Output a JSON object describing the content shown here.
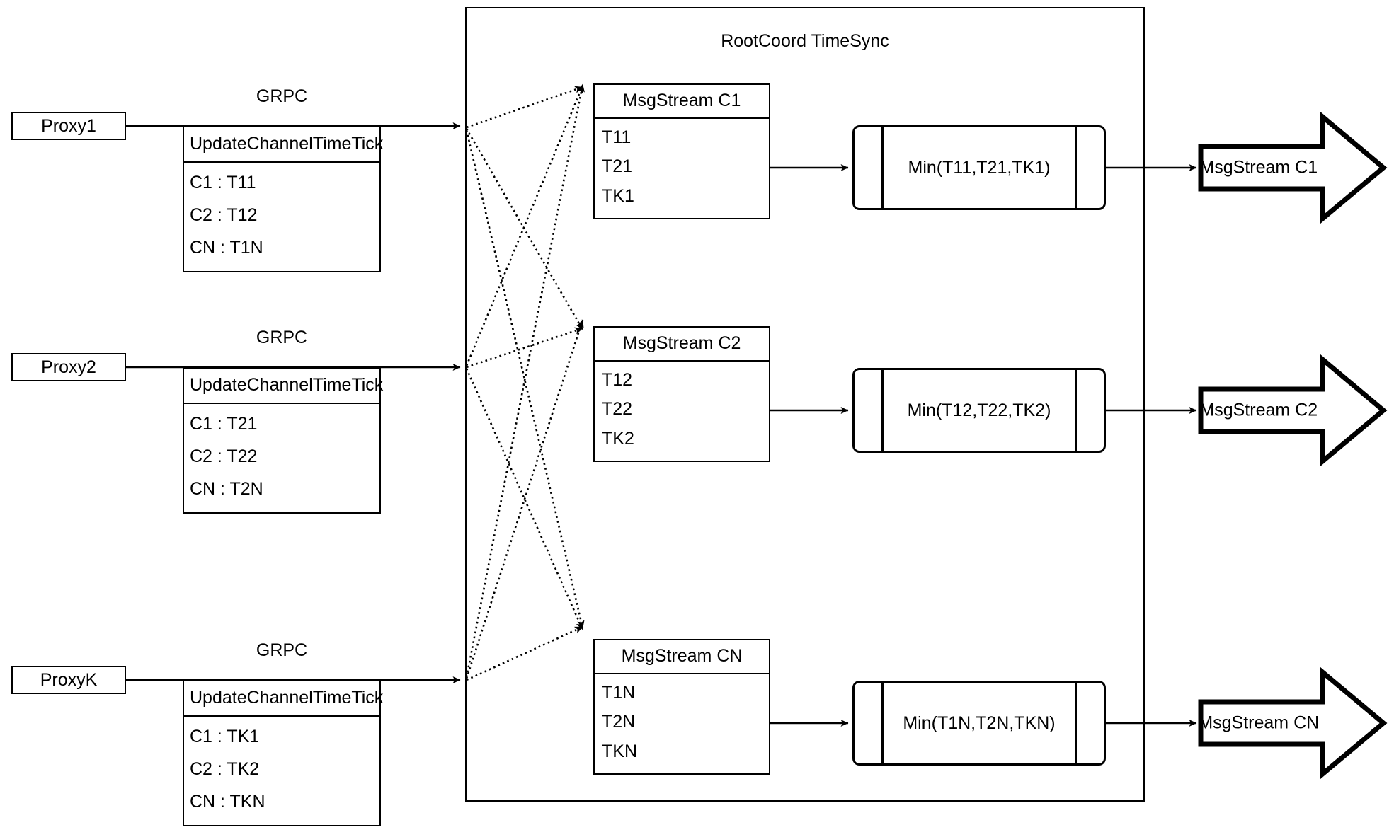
{
  "diagram": {
    "title": "RootCoord TimeSync",
    "container_label": "RootCoord TimeSync"
  },
  "proxies": [
    {
      "name": "Proxy1",
      "link_label": "GRPC",
      "request": {
        "title": "UpdateChannelTimeTick",
        "rows": [
          "C1 :  T11",
          "C2 :  T12",
          "CN : T1N"
        ]
      }
    },
    {
      "name": "Proxy2",
      "link_label": "GRPC",
      "request": {
        "title": "UpdateChannelTimeTick",
        "rows": [
          "C1 :  T21",
          "C2 :  T22",
          "CN : T2N"
        ]
      }
    },
    {
      "name": "ProxyK",
      "link_label": "GRPC",
      "request": {
        "title": "UpdateChannelTimeTick",
        "rows": [
          "C1 :  TK1",
          "C2 :  TK2",
          "CN : TKN"
        ]
      }
    }
  ],
  "channels": [
    {
      "stream": {
        "title": "MsgStream C1",
        "rows": [
          "T11",
          "T21",
          "TK1"
        ]
      },
      "process": "Min(T11,T21,TK1)",
      "output": "MsgStream C1"
    },
    {
      "stream": {
        "title": "MsgStream C2",
        "rows": [
          "T12",
          "T22",
          "TK2"
        ]
      },
      "process": "Min(T12,T22,TK2)",
      "output": "MsgStream C2"
    },
    {
      "stream": {
        "title": "MsgStream CN",
        "rows": [
          "T1N",
          "T2N",
          "TKN"
        ]
      },
      "process": "Min(T1N,T2N,TKN)",
      "output": "MsgStream CN"
    }
  ],
  "colors": {
    "stroke": "#000000",
    "background": "#ffffff"
  }
}
